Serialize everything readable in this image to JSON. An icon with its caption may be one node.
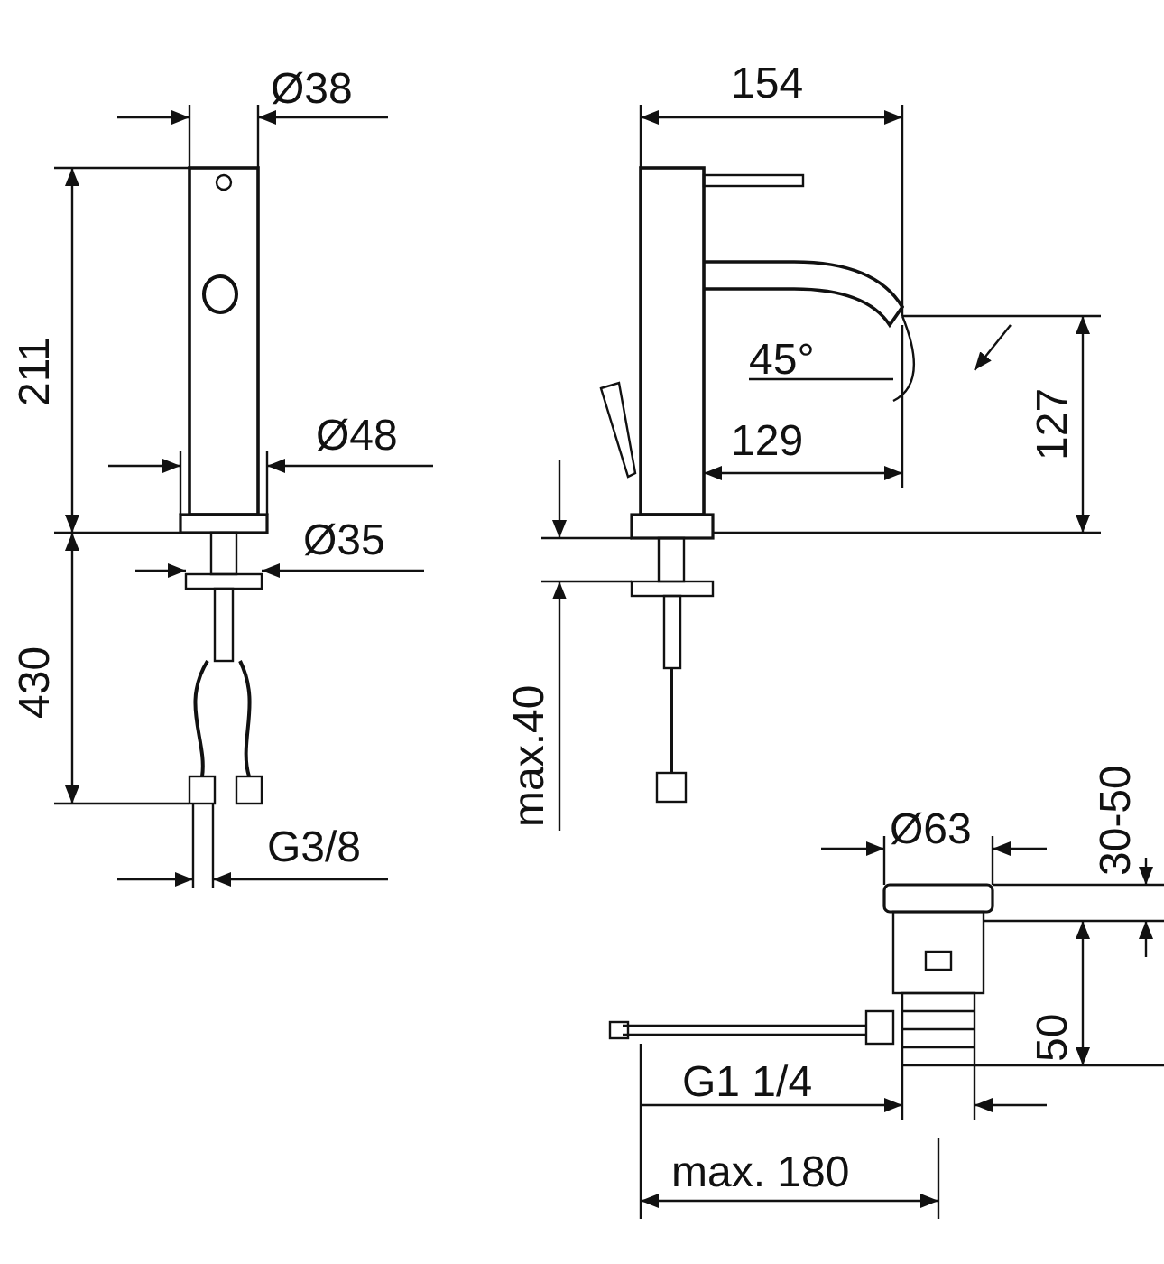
{
  "diagram": {
    "labels": [
      "Ø38",
      "154",
      "211",
      "45°",
      "127",
      "Ø48",
      "129",
      "Ø35",
      "430",
      "max.40",
      "G3/8",
      "Ø63",
      "30-50",
      "50",
      "G1 1/4",
      "max. 180"
    ]
  }
}
